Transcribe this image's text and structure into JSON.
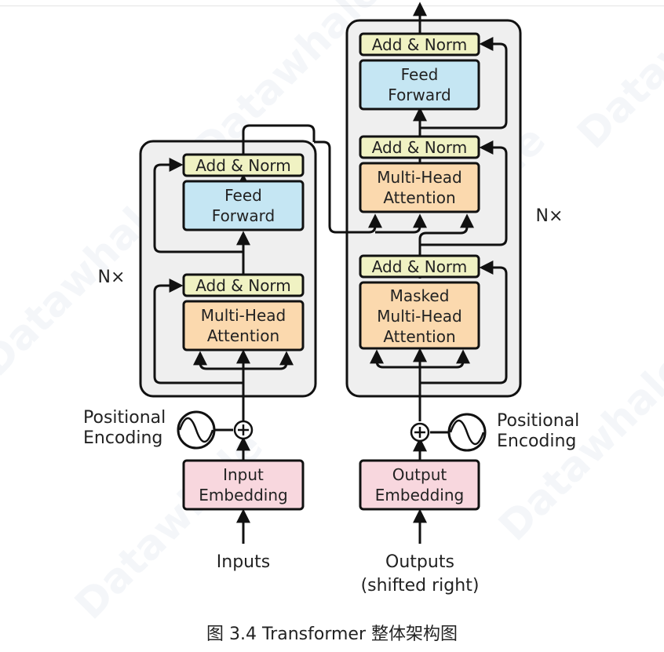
{
  "watermark": "Datawhale",
  "encoder": {
    "repeat": "N×",
    "add_norm_top": "Add & Norm",
    "feed_forward": [
      "Feed",
      "Forward"
    ],
    "add_norm_bottom": "Add & Norm",
    "attention": [
      "Multi-Head",
      "Attention"
    ],
    "positional_encoding": [
      "Positional",
      "Encoding"
    ],
    "embedding": [
      "Input",
      "Embedding"
    ],
    "input_label": "Inputs"
  },
  "decoder": {
    "repeat": "N×",
    "add_norm_top": "Add & Norm",
    "feed_forward": [
      "Feed",
      "Forward"
    ],
    "add_norm_mid": "Add & Norm",
    "cross_attention": [
      "Multi-Head",
      "Attention"
    ],
    "add_norm_bottom": "Add & Norm",
    "masked_attention": [
      "Masked",
      "Multi-Head",
      "Attention"
    ],
    "positional_encoding": [
      "Positional",
      "Encoding"
    ],
    "embedding": [
      "Output",
      "Embedding"
    ],
    "output_label": [
      "Outputs",
      "(shifted right)"
    ]
  },
  "colors": {
    "add_norm": "#f0f2c3",
    "feed_forward": "#c5e6f3",
    "attention": "#fbd9ae",
    "embedding": "#f8d7de",
    "stack_bg": "#efefef",
    "line": "#111111"
  },
  "caption": "图 3.4 Transformer 整体架构图"
}
